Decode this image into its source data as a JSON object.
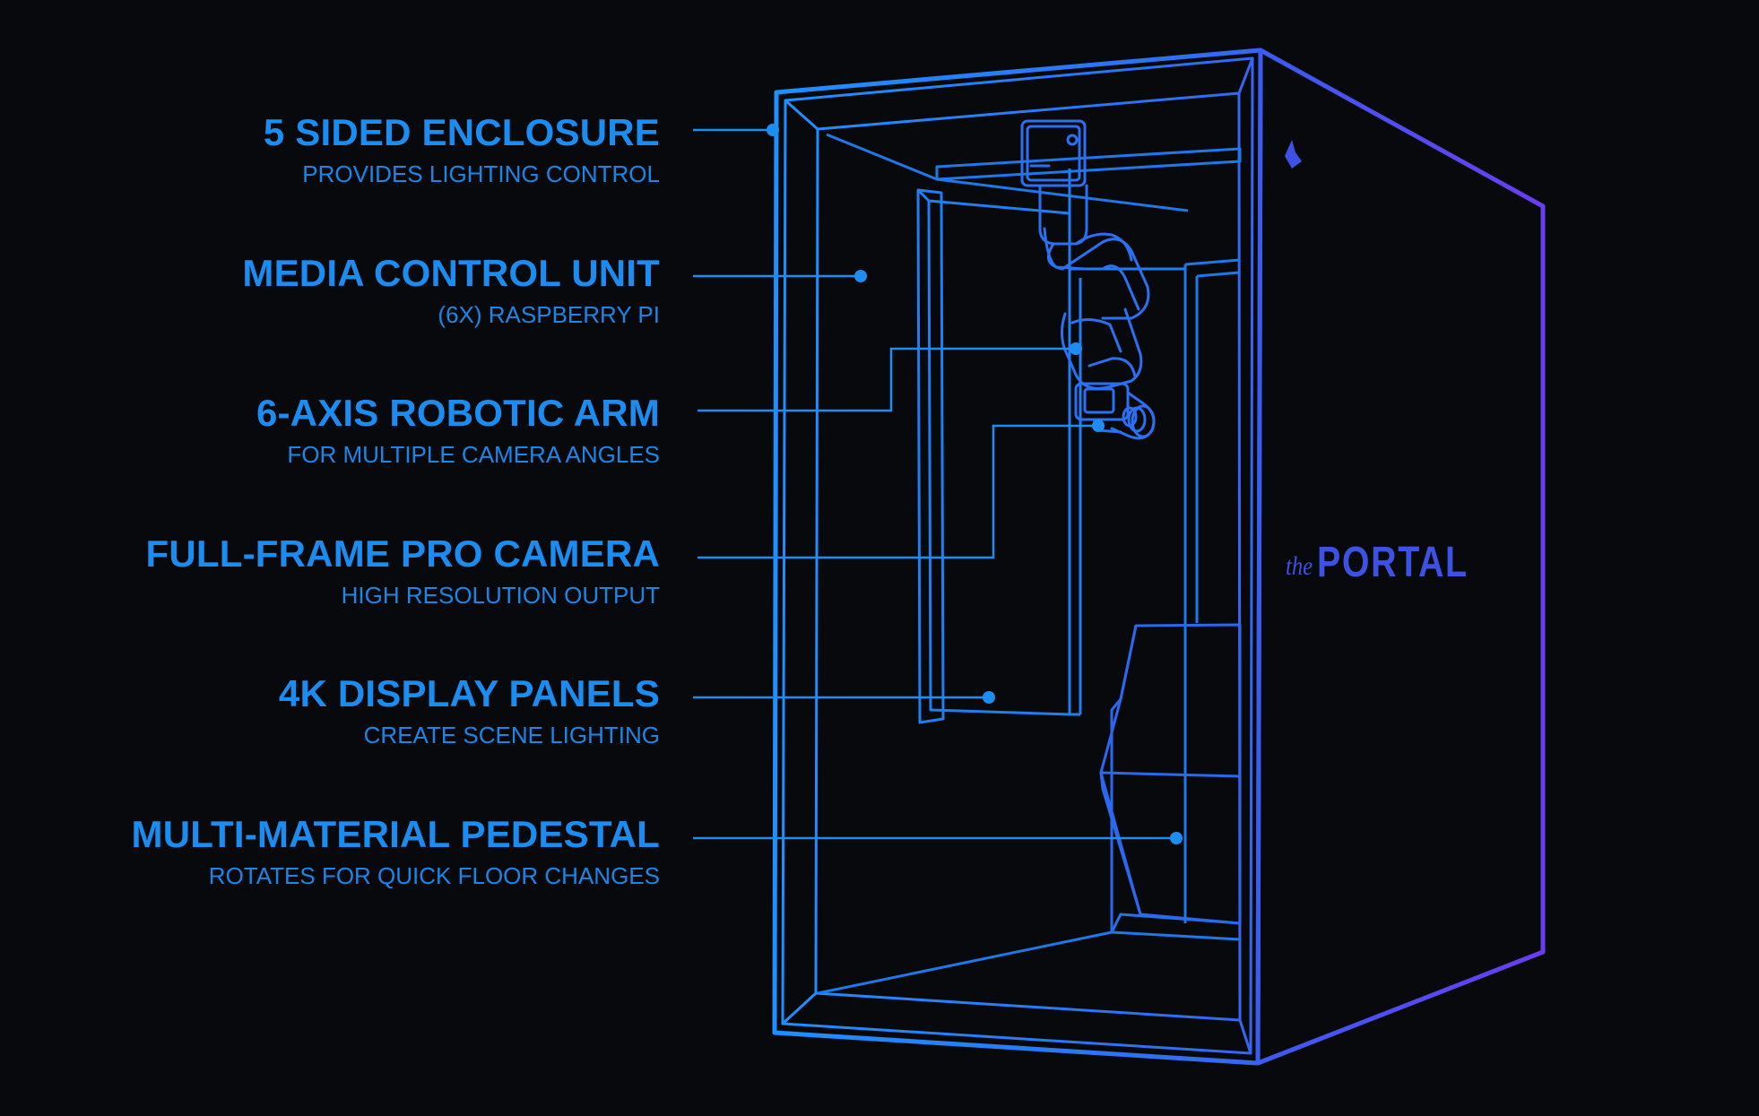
{
  "features": [
    {
      "title": "5 SIDED ENCLOSURE",
      "subtitle": "PROVIDES LIGHTING CONTROL"
    },
    {
      "title": "MEDIA CONTROL UNIT",
      "subtitle": "(6X) RASPBERRY PI"
    },
    {
      "title": "6-AXIS ROBOTIC ARM",
      "subtitle": "FOR MULTIPLE CAMERA ANGLES"
    },
    {
      "title": "FULL-FRAME PRO CAMERA",
      "subtitle": "HIGH RESOLUTION OUTPUT"
    },
    {
      "title": "4K DISPLAY PANELS",
      "subtitle": "CREATE SCENE LIGHTING"
    },
    {
      "title": "MULTI-MATERIAL PEDESTAL",
      "subtitle": "ROTATES FOR QUICK FLOOR CHANGES"
    }
  ],
  "brand": {
    "prefix": "the",
    "name": "PORTAL",
    "logo_icon": "flame-logo-icon"
  },
  "colors": {
    "background": "#08090d",
    "label": "#1b8cf0",
    "callout": "#1e90ff",
    "frame_start": "#1e90ff",
    "frame_end": "#5b3df0",
    "brand": "#3d52e3"
  }
}
